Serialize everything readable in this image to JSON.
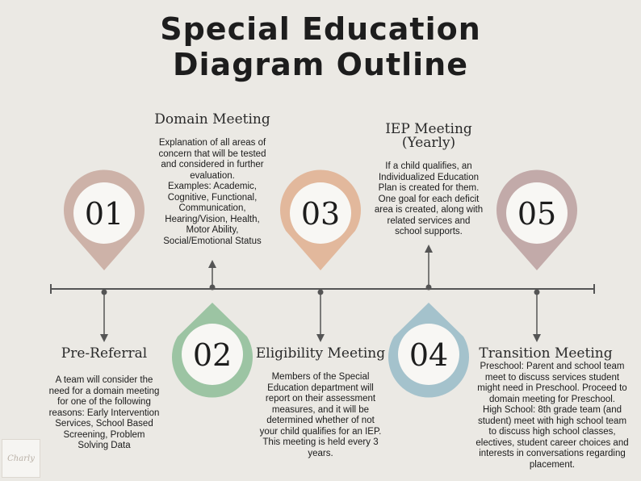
{
  "title": {
    "line1": "Special Education",
    "line2": "Diagram Outline"
  },
  "steps": [
    {
      "number": "01",
      "heading": "Pre-Referral",
      "description": [
        "A team will consider the",
        "need for a domain meeting",
        "for one of the following",
        "reasons: Early Intervention",
        "Services, School Based",
        "Screening, Problem",
        "Solving Data"
      ],
      "color": "#cdb2a8"
    },
    {
      "number": "02",
      "heading": "Domain Meeting",
      "description": [
        "Explanation of all areas of",
        "concern that will be tested",
        "and considered in further",
        "evaluation.",
        "Examples: Academic,",
        "Cognitive, Functional,",
        "Communication,",
        "Hearing/Vision, Health,",
        "Motor Ability,",
        "Social/Emotional Status"
      ],
      "color": "#9cc4a3"
    },
    {
      "number": "03",
      "heading": "Eligibility Meeting",
      "description": [
        "Members of the Special",
        "Education department will",
        "report on their assessment",
        "measures, and it will be",
        "determined whether of not",
        "your child qualifies for an IEP.",
        "This meeting is held every 3",
        "years."
      ],
      "color": "#e2b89c"
    },
    {
      "number": "04",
      "heading_lines": [
        "IEP Meeting",
        "(Yearly)"
      ],
      "description": [
        "If a child qualifies, an",
        "Individualized Education",
        "Plan is created for them.",
        "One goal for each deficit",
        "area is created, along with",
        "related services and",
        "school supports."
      ],
      "color": "#a4c2cc"
    },
    {
      "number": "05",
      "heading": "Transition Meeting",
      "description": [
        "Preschool: Parent and school team",
        "meet to discuss services student",
        "might need in Preschool. Proceed to",
        "domain meeting for Preschool.",
        "High School: 8th grade team (and",
        "student) meet with high school team",
        "to discuss high school classes,",
        "electives, student career choices and",
        "interests in conversations regarding",
        "placement."
      ],
      "color": "#c2aaa9"
    }
  ],
  "watermark": "Charly"
}
